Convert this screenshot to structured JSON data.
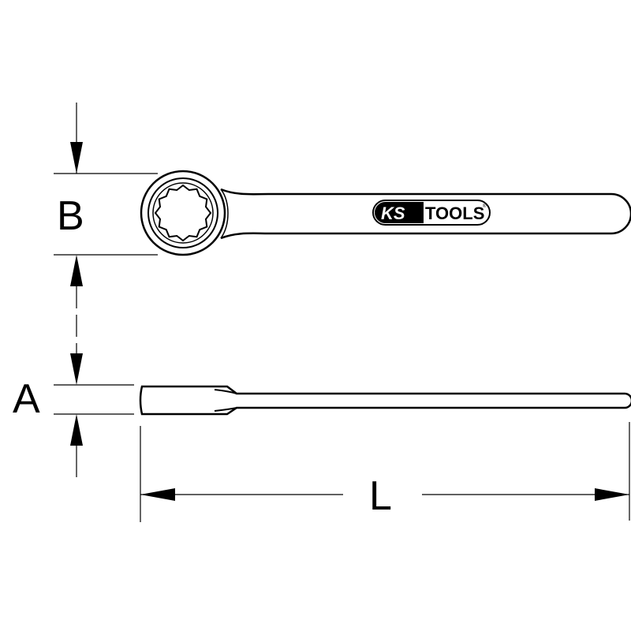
{
  "dimensions": {
    "B": "B",
    "A": "A",
    "L": "L"
  },
  "logo": {
    "ks": "KS",
    "tools": "TOOLS",
    "registered": "®"
  },
  "colors": {
    "line": "#000000",
    "background": "#ffffff"
  }
}
